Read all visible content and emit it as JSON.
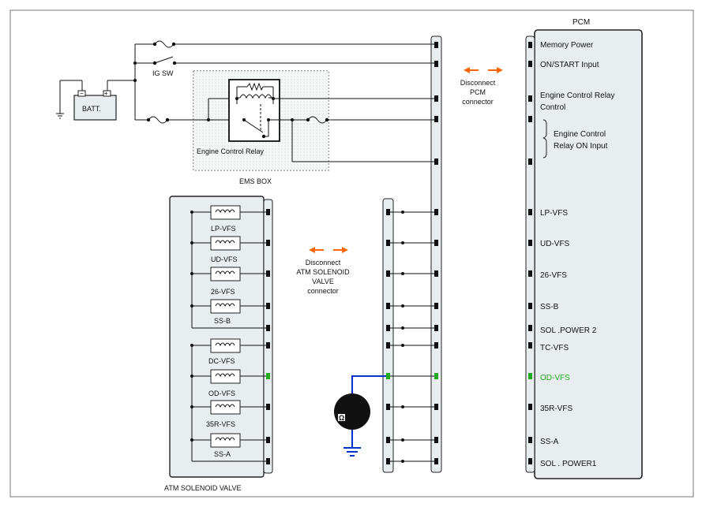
{
  "chart_data": {
    "type": "wiring-diagram",
    "title": "",
    "pcm": {
      "title": "PCM",
      "pins": [
        {
          "label": "Memory Power"
        },
        {
          "label": "ON/START Input"
        },
        {
          "label": "Engine Control Relay"
        },
        {
          "label": "Control"
        },
        {
          "label": "Engine Control"
        },
        {
          "label": "Relay ON Input"
        },
        {
          "label": "LP-VFS"
        },
        {
          "label": "UD-VFS"
        },
        {
          "label": "26-VFS"
        },
        {
          "label": "SS-B"
        },
        {
          "label": "SOL .POWER 2"
        },
        {
          "label": "TC-VFS"
        },
        {
          "label": "OD-VFS",
          "highlight": true
        },
        {
          "label": "35R-VFS"
        },
        {
          "label": "SS-A"
        },
        {
          "label": "SOL . POWER1"
        }
      ]
    },
    "batt_label": "BATT.",
    "ig_sw_label": "IG SW",
    "relay_label": "Engine Control Relay",
    "ems_box_label": "EMS BOX",
    "pcm_connector_label": [
      "Disconnect",
      "PCM",
      "connector"
    ],
    "atm_connector_label": [
      "Disconnect",
      "ATM SOLENOID",
      "VALVE",
      "connector"
    ],
    "atm_solenoid_valve_label": "ATM SOLENOID VALVE",
    "solenoids": [
      {
        "label": "LP-VFS"
      },
      {
        "label": "UD-VFS"
      },
      {
        "label": "26-VFS"
      },
      {
        "label": "SS-B"
      },
      {
        "label": "DC-VFS"
      },
      {
        "label": "OD-VFS"
      },
      {
        "label": "35R-VFS"
      },
      {
        "label": "SS-A"
      }
    ],
    "colors": {
      "arrow": "#ff6600",
      "probe_wire": "#0033cc",
      "highlight": "#22aa22",
      "box_fill": "#e8eef0"
    }
  }
}
